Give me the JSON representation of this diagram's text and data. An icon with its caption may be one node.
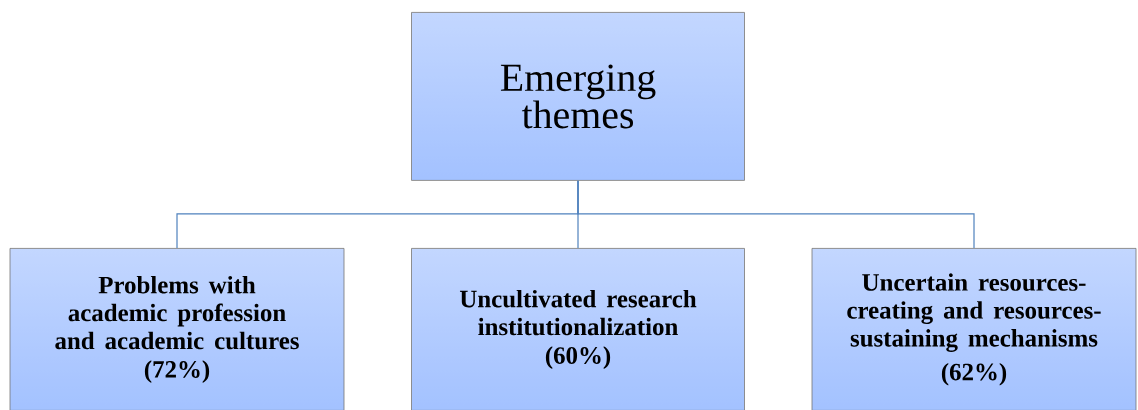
{
  "diagram": {
    "nodes": [
      {
        "text": [
          "Emerging themes"
        ]
      },
      {
        "text": [
          "Problems with academic profession and academic cultures",
          "(72%)"
        ]
      },
      {
        "text": [
          "Uncultivated research institutionalization",
          "(60%)"
        ]
      },
      {
        "text": [
          "Uncertain resources-creating and resources-sustaining mechanisms",
          "(62%)"
        ]
      }
    ],
    "edges": [
      {
        "from": 0,
        "to": 1,
        "arrow": "none"
      },
      {
        "from": 0,
        "to": 2,
        "arrow": "none"
      },
      {
        "from": 0,
        "to": 3,
        "arrow": "none"
      }
    ]
  }
}
